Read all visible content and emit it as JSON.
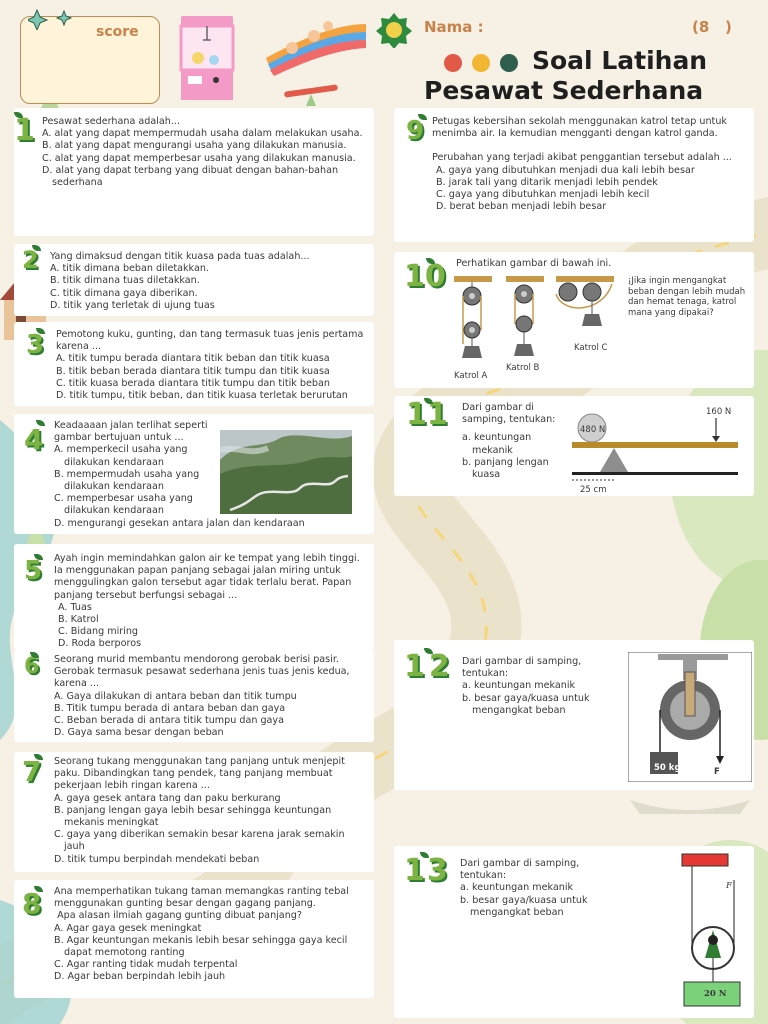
{
  "header": {
    "score_label": "score",
    "name_label": "Nama :",
    "class_label": "(8   )",
    "title_line1": "Soal Latihan",
    "title_line2": "Pesawat Sederhana",
    "dot_colors": [
      "#e05a47",
      "#f2b632",
      "#2e5e4e"
    ]
  },
  "questions": [
    {
      "num": "1",
      "stem": "Pesawat sederhana adalah...",
      "options": [
        "A. alat yang dapat mempermudah usaha dalam melakukan usaha.",
        "B. alat yang dapat mengurangi usaha yang dilakukan manusia.",
        "C. alat yang dapat memperbesar usaha yang dilakukan manusia.",
        "D. alat yang dapat terbang yang dibuat dengan bahan-bahan sederhana"
      ]
    },
    {
      "num": "2",
      "stem": "Yang dimaksud dengan titik kuasa pada tuas adalah...",
      "options": [
        "A. titik dimana beban diletakkan.",
        "B. titik dimana tuas diletakkan.",
        "C. titik dimana gaya diberikan.",
        "D. titik yang terletak di ujung tuas"
      ]
    },
    {
      "num": "3",
      "stem": "Pemotong kuku, gunting, dan tang termasuk tuas jenis pertama karena ...",
      "options": [
        "A. titik tumpu berada diantara titik beban dan titik kuasa",
        "B. titik beban berada diantara titik tumpu dan titik kuasa",
        "C. titik kuasa berada diantara titik tumpu dan titik beban",
        "D. titik tumpu, titik beban, dan titik kuasa terletak berurutan"
      ]
    },
    {
      "num": "4",
      "stem": "Keadaaaan jalan terlihat seperti gambar bertujuan untuk  ...",
      "options": [
        "A. memperkecil usaha yang dilakukan kendaraan",
        "B. mempermudah usaha yang dilakukan kendaraan",
        "C. memperbesar usaha yang dilakukan kendaraan",
        "D. mengurangi gesekan antara jalan dan kendaraan"
      ]
    },
    {
      "num": "5",
      "stem": "Ayah  ingin memindahkan galon air ke tempat yang lebih tinggi. Ia menggunakan papan panjang sebagai jalan miring untuk menggulingkan galon tersebut agar tidak terlalu berat. Papan panjang tersebut berfungsi sebagai ...",
      "options": [
        "A. Tuas",
        "B. Katrol",
        "C. Bidang miring",
        "D. Roda berporos"
      ]
    },
    {
      "num": "6",
      "stem": "Seorang murid membantu mendorong gerobak berisi pasir. Gerobak termasuk pesawat sederhana jenis tuas jenis kedua, karena ...",
      "options": [
        "A. Gaya dilakukan di antara beban dan titik tumpu",
        "B. Titik tumpu berada di antara beban dan gaya",
        "C. Beban berada di antara titik tumpu dan gaya",
        "D. Gaya sama besar dengan beban"
      ]
    },
    {
      "num": "7",
      "stem": "Seorang tukang menggunakan tang panjang untuk menjepit paku. Dibandingkan tang pendek, tang panjang membuat pekerjaan lebih ringan karena ...",
      "options": [
        "A. gaya gesek antara tang dan paku berkurang",
        "B. panjang lengan gaya lebih besar sehingga keuntungan mekanis meningkat",
        "C. gaya yang diberikan semakin besar karena jarak semakin jauh",
        "D. titik tumpu berpindah mendekati beban"
      ]
    },
    {
      "num": "8",
      "stem": "Ana memperhatikan tukang taman memangkas ranting tebal menggunakan gunting besar dengan gagang panjang.",
      "stem2": " Apa alasan ilmiah gagang gunting dibuat panjang?",
      "options": [
        "A. Agar gaya gesek meningkat",
        "B. Agar keuntungan mekanis lebih besar sehingga gaya kecil dapat memotong ranting",
        "C. Agar ranting tidak mudah terpental",
        "D. Agar beban berpindah lebih jauh"
      ]
    },
    {
      "num": "9",
      "stem": "Petugas kebersihan sekolah menggunakan katrol tetap untuk menimba air. Ia kemudian mengganti dengan katrol ganda.",
      "stem2": "Perubahan yang terjadi akibat penggantian tersebut adalah ...",
      "options": [
        "A. gaya yang dibutuhkan menjadi dua kali lebih besar",
        "B. jarak tali yang ditarik menjadi lebih pendek",
        "C. gaya yang dibutuhkan menjadi lebih kecil",
        "D. berat beban menjadi lebih besar"
      ]
    },
    {
      "num": "10",
      "stem": "Perhatikan gambar di bawah ini.",
      "side": "¡Jika ingin mengangkat beban dengan lebih mudah dan hemat tenaga, katrol mana yang dipakai?",
      "labels": [
        "Katrol A",
        "Katrol B",
        "Katrol C"
      ]
    },
    {
      "num": "11",
      "stem": "Dari gambar di samping, tentukan:",
      "options": [
        "a. keuntungan mekanik",
        "b. panjang lengan kuasa"
      ],
      "fig": {
        "load": "480 N",
        "effort": "160 N",
        "dist": "25 cm"
      }
    },
    {
      "num": "12",
      "stem": "Dari gambar di samping, tentukan:",
      "options": [
        "a. keuntungan mekanik",
        "b. besar gaya/kuasa untuk mengangkat beban"
      ],
      "fig": {
        "load": "50 kg",
        "force": "F"
      }
    },
    {
      "num": "13",
      "stem": "Dari gambar di samping, tentukan:",
      "options": [
        "a. keuntungan mekanik",
        "b. besar gaya/kuasa untuk mengangkat beban"
      ],
      "fig": {
        "load": "20 N",
        "force": "F"
      }
    }
  ]
}
